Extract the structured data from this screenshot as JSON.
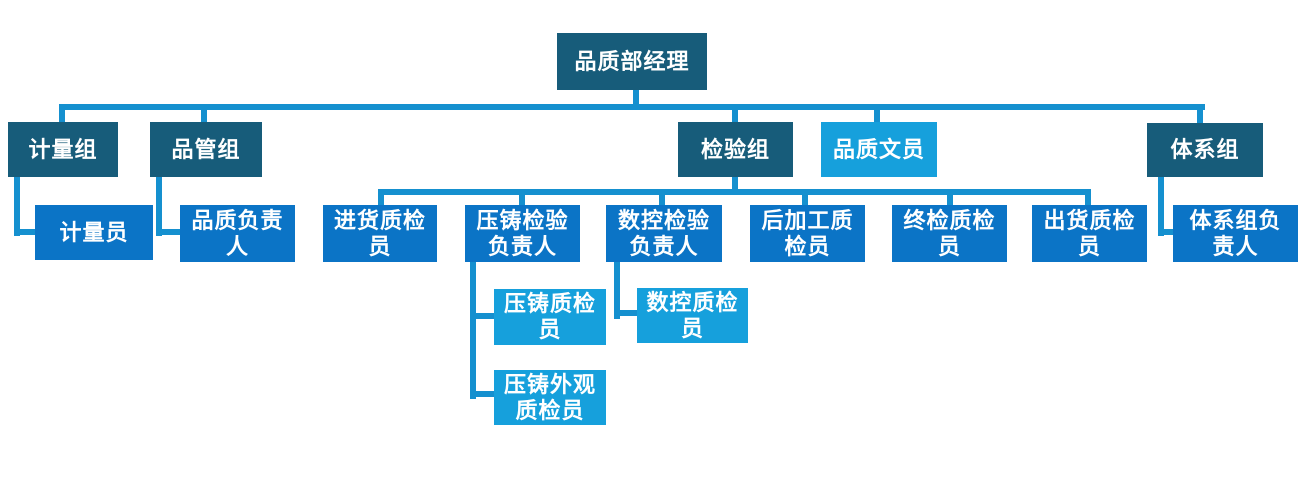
{
  "diagram": {
    "type": "org-chart",
    "department": "品质部",
    "root_label": "品质部经理"
  },
  "colors": {
    "dark": "#175C7A",
    "medium": "#0B74C6",
    "light": "#16A0DC",
    "line": "#1590CF",
    "text": "#FFFFFF",
    "background": "#FFFFFF"
  },
  "nodes": [
    {
      "id": "manager",
      "label": "品质部经理",
      "tier": "dark",
      "parent": null
    },
    {
      "id": "metrology-group",
      "label": "计量组",
      "tier": "dark",
      "parent": "manager"
    },
    {
      "id": "quality-control-group",
      "label": "品管组",
      "tier": "dark",
      "parent": "manager"
    },
    {
      "id": "inspection-group",
      "label": "检验组",
      "tier": "dark",
      "parent": "manager"
    },
    {
      "id": "quality-clerk",
      "label": "品质文员",
      "tier": "light",
      "parent": "manager"
    },
    {
      "id": "system-group",
      "label": "体系组",
      "tier": "dark",
      "parent": "manager"
    },
    {
      "id": "metrology-staff",
      "label": "计量员",
      "tier": "medium",
      "parent": "metrology-group"
    },
    {
      "id": "quality-leader",
      "label": "品质负责\n人",
      "tier": "medium",
      "parent": "quality-control-group"
    },
    {
      "id": "incoming-inspector",
      "label": "进货质检\n员",
      "tier": "medium",
      "parent": "inspection-group"
    },
    {
      "id": "diecast-inspection-leader",
      "label": "压铸检验\n负责人",
      "tier": "medium",
      "parent": "inspection-group"
    },
    {
      "id": "cnc-inspection-leader",
      "label": "数控检验\n负责人",
      "tier": "medium",
      "parent": "inspection-group"
    },
    {
      "id": "post-process-inspector",
      "label": "后加工质\n检员",
      "tier": "medium",
      "parent": "inspection-group"
    },
    {
      "id": "final-inspector",
      "label": "终检质检\n员",
      "tier": "medium",
      "parent": "inspection-group"
    },
    {
      "id": "outgoing-inspector",
      "label": "出货质检\n员",
      "tier": "medium",
      "parent": "inspection-group"
    },
    {
      "id": "system-group-leader",
      "label": "体系组负\n责人",
      "tier": "medium",
      "parent": "system-group"
    },
    {
      "id": "diecast-inspector",
      "label": "压铸质检\n员",
      "tier": "light",
      "parent": "diecast-inspection-leader"
    },
    {
      "id": "cnc-inspector",
      "label": "数控质检\n员",
      "tier": "light",
      "parent": "cnc-inspection-leader"
    },
    {
      "id": "diecast-appearance-inspector",
      "label": "压铸外观\n质检员",
      "tier": "light",
      "parent": "diecast-inspection-leader"
    }
  ]
}
